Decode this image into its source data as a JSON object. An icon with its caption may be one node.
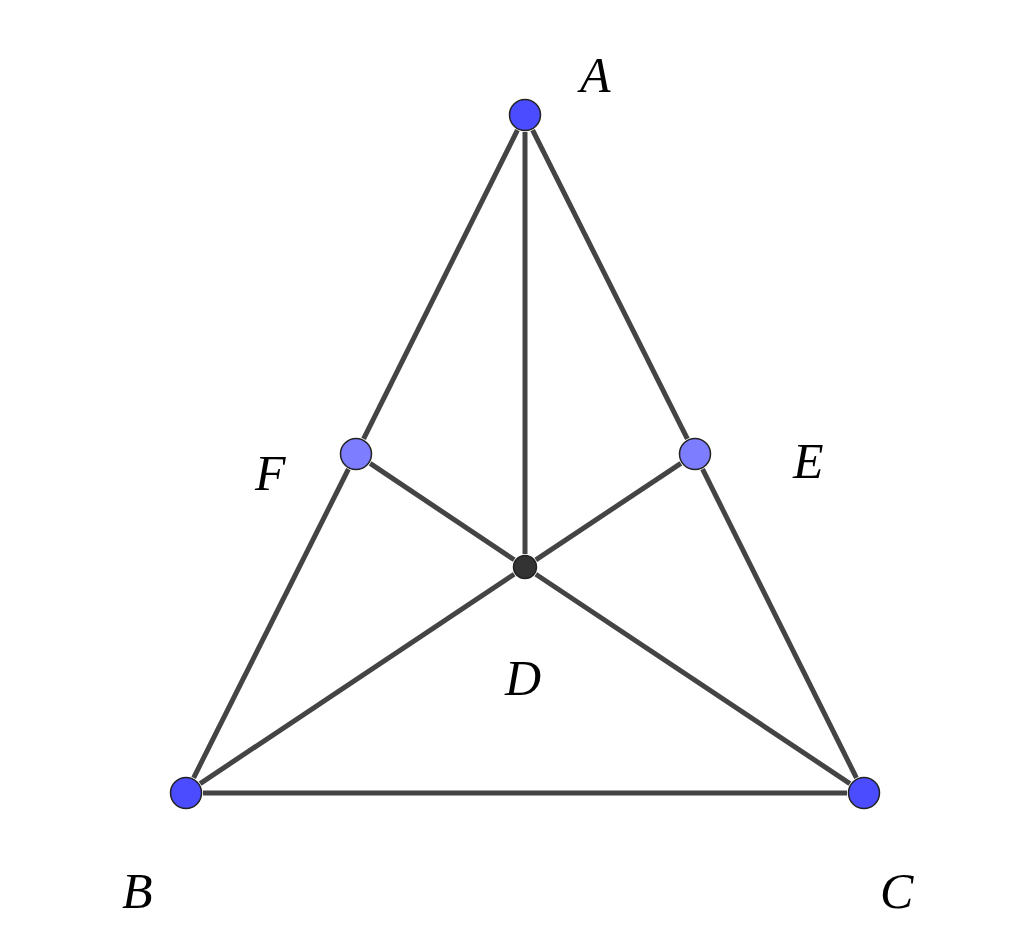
{
  "diagram": {
    "nodes": [
      {
        "text": [],
        "shape": "circle",
        "beside": [
          "A"
        ]
      },
      {
        "text": [],
        "shape": "circle",
        "beside": [
          "F"
        ]
      },
      {
        "text": [],
        "shape": "circle",
        "beside": [
          "E"
        ]
      },
      {
        "text": [],
        "shape": "circle",
        "beside": [
          "D"
        ]
      },
      {
        "text": [],
        "shape": "circle",
        "beside": [
          "B"
        ]
      },
      {
        "text": [],
        "shape": "circle",
        "beside": [
          "C"
        ]
      }
    ],
    "edges": [
      {
        "from": 0,
        "to": 1,
        "arrow": "none"
      },
      {
        "from": 1,
        "to": 4,
        "arrow": "none"
      },
      {
        "from": 0,
        "to": 2,
        "arrow": "none"
      },
      {
        "from": 2,
        "to": 5,
        "arrow": "none"
      },
      {
        "from": 4,
        "to": 5,
        "arrow": "none"
      },
      {
        "from": 0,
        "to": 3,
        "arrow": "none"
      },
      {
        "from": 1,
        "to": 3,
        "arrow": "none"
      },
      {
        "from": 2,
        "to": 3,
        "arrow": "none"
      },
      {
        "from": 4,
        "to": 3,
        "arrow": "none"
      },
      {
        "from": 5,
        "to": 3,
        "arrow": "none"
      }
    ]
  }
}
